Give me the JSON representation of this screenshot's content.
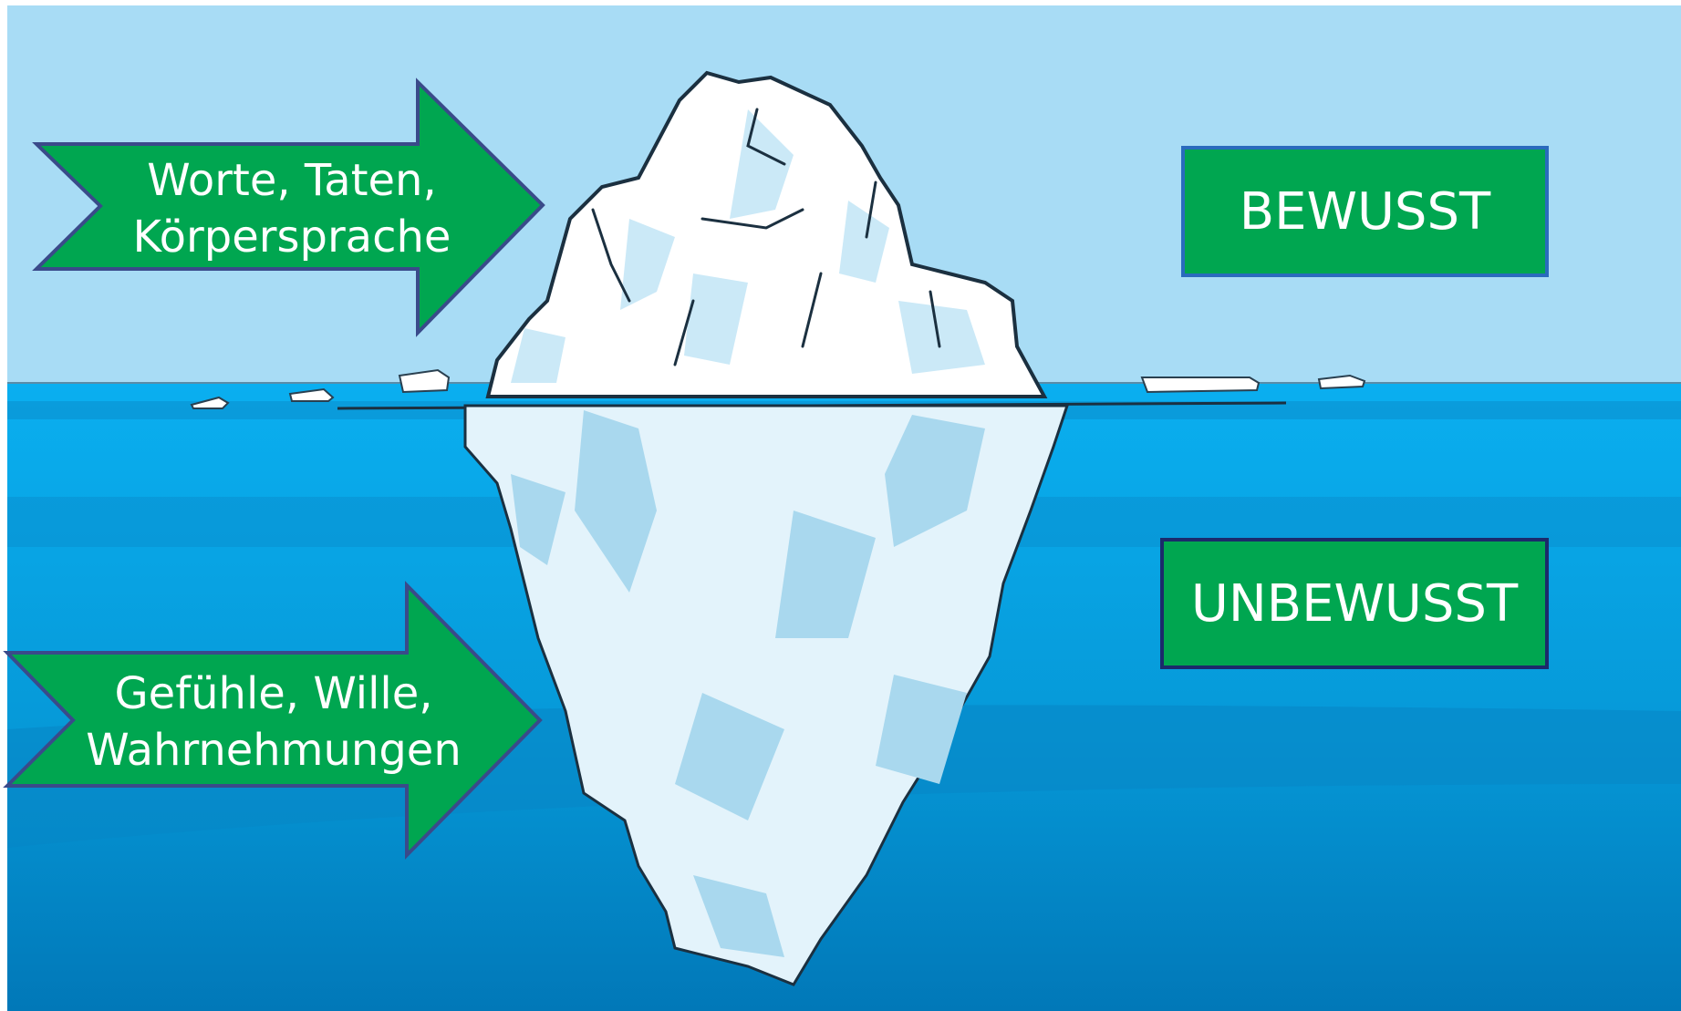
{
  "diagram": {
    "arrows": [
      {
        "id": "top",
        "line1": "Worte, Taten,",
        "line2": "Körpersprache"
      },
      {
        "id": "bottom",
        "line1": "Gefühle, Wille,",
        "line2": "Wahrnehmungen"
      }
    ],
    "boxes": {
      "above_water": "BEWUSST",
      "below_water": "UNBEWUSST"
    }
  },
  "colors": {
    "sky": "#a8dcf5",
    "water_top": "#0aaff0",
    "water_deep": "#0178b8",
    "green": "#00a650",
    "arrow_border": "#3a4a8a",
    "box_border_top": "#2a6bbd",
    "box_border_bottom": "#1b2a6b",
    "ice_white": "#ffffff",
    "ice_light": "#e3f3fb",
    "ice_shadow": "#a9d8ee",
    "outline": "#1b3040"
  }
}
